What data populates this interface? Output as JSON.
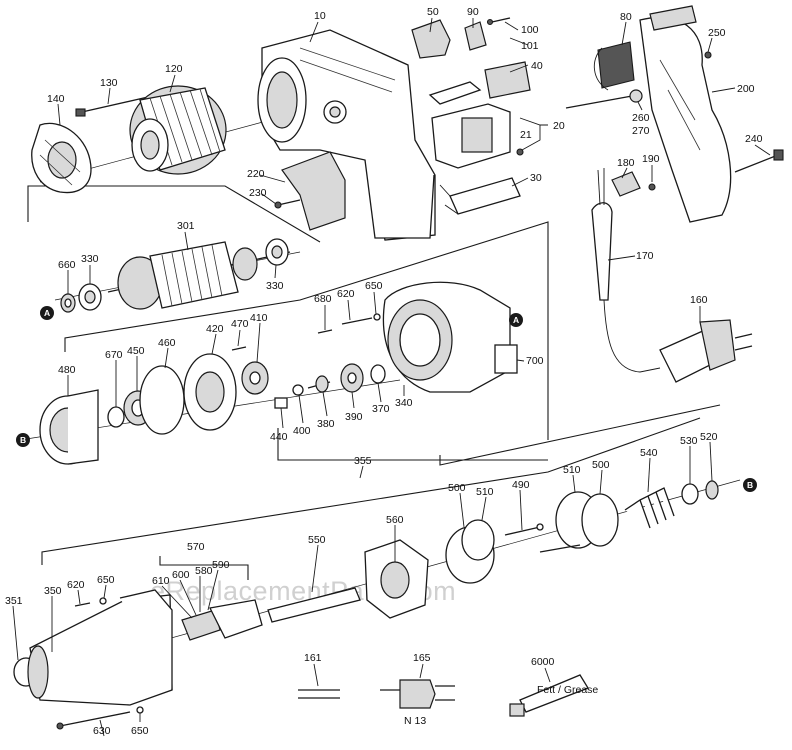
{
  "watermark": "eReplacementParts.com",
  "diagram_note": "N 13",
  "tube_label": "Fett / Grease",
  "reference_markers": [
    "A",
    "B"
  ],
  "part_numbers": {
    "p10": "10",
    "p20": "20",
    "p21": "21",
    "p30": "30",
    "p40": "40",
    "p50": "50",
    "p80": "80",
    "p90": "90",
    "p100": "100",
    "p101": "101",
    "p120": "120",
    "p130": "130",
    "p140": "140",
    "p160": "160",
    "p161": "161",
    "p165": "165",
    "p170": "170",
    "p180": "180",
    "p190": "190",
    "p200": "200",
    "p220": "220",
    "p230": "230",
    "p240": "240",
    "p250": "250",
    "p260": "260",
    "p270": "270",
    "p301": "301",
    "p330a": "330",
    "p330b": "330",
    "p340": "340",
    "p350": "350",
    "p351": "351",
    "p355": "355",
    "p370": "370",
    "p380": "380",
    "p390": "390",
    "p400": "400",
    "p410": "410",
    "p420": "420",
    "p440": "440",
    "p450": "450",
    "p460": "460",
    "p470": "470",
    "p480": "480",
    "p490": "490",
    "p500a": "500",
    "p500b": "500",
    "p510a": "510",
    "p510b": "510",
    "p520": "520",
    "p530": "530",
    "p540": "540",
    "p550": "550",
    "p560": "560",
    "p570": "570",
    "p580": "580",
    "p590": "590",
    "p600": "600",
    "p610": "610",
    "p620a": "620",
    "p620b": "620",
    "p630": "630",
    "p650a": "650",
    "p650b": "650",
    "p650c": "650",
    "p660": "660",
    "p670": "670",
    "p680": "680",
    "p700": "700",
    "p6000": "6000"
  }
}
